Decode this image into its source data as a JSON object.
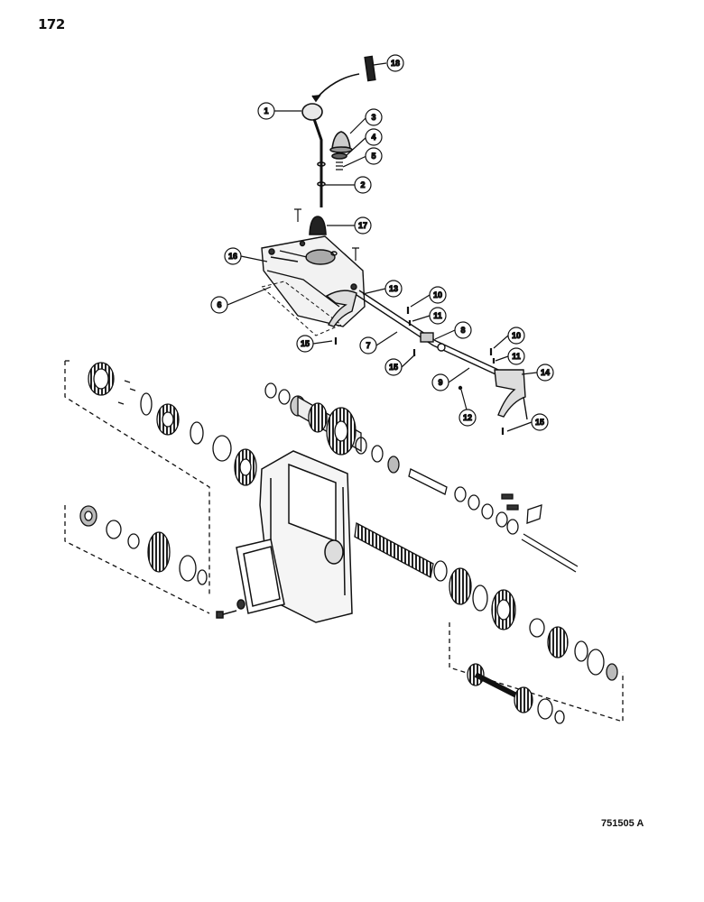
{
  "page_number": "172",
  "figure_code": "751505 A",
  "callouts": [
    "1",
    "2",
    "3",
    "4",
    "5",
    "6",
    "7",
    "8",
    "9",
    "10",
    "10",
    "11",
    "11",
    "12",
    "13",
    "14",
    "15",
    "15",
    "15",
    "16",
    "17",
    "18"
  ]
}
